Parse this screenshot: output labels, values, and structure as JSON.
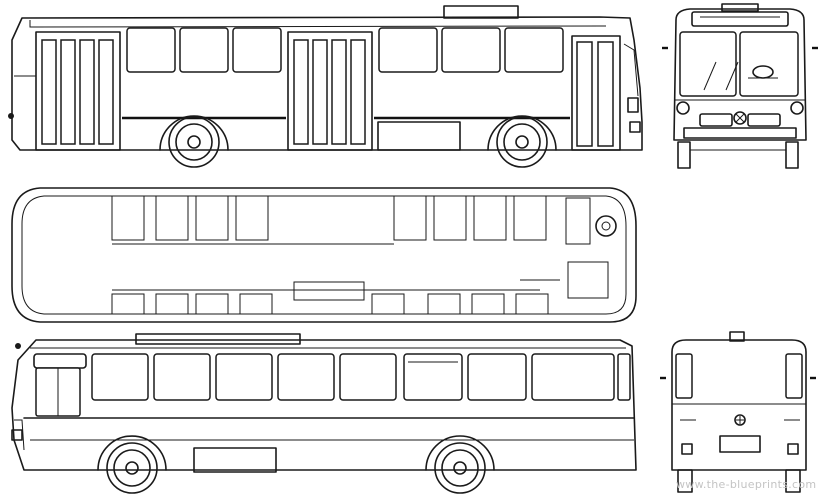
{
  "watermark": "www.the-blueprints.com",
  "colors": {
    "line": "#1a1a1a",
    "background": "#ffffff",
    "watermark": "#c4c4c4"
  },
  "views": [
    "side-view-right",
    "front-view",
    "top-view",
    "side-view-left",
    "rear-view"
  ]
}
